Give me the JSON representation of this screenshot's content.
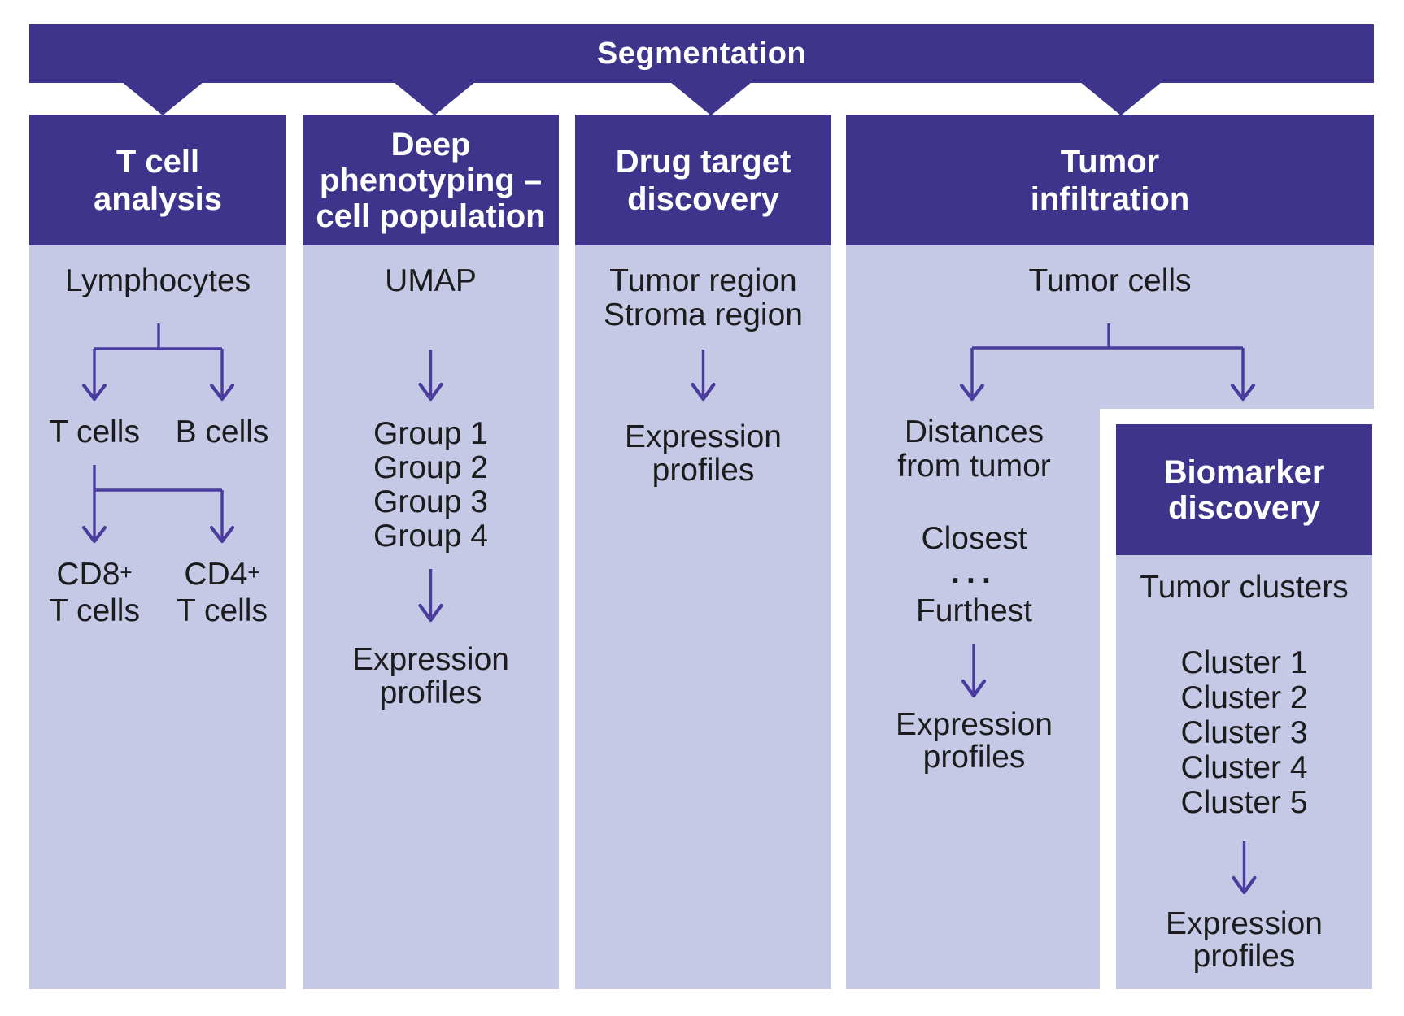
{
  "theme": {
    "purple": "#3e348b",
    "lavender": "#c5c9e5",
    "arrow": "#4a3c9e",
    "ink": "#1c1c1e",
    "bg": "#ffffff"
  },
  "banner": {
    "title": "Segmentation"
  },
  "columns": [
    {
      "key": "t_cell_analysis",
      "title_lines": [
        "T cell",
        "analysis"
      ],
      "root": "Lymphocytes",
      "level1": [
        "T cells",
        "B cells"
      ],
      "level2": [
        {
          "name": "CD8",
          "sup": "+",
          "line2": "T cells"
        },
        {
          "name": "CD4",
          "sup": "+",
          "line2": "T cells"
        }
      ]
    },
    {
      "key": "deep_phenotyping",
      "title_lines": [
        "Deep",
        "phenotyping –",
        "cell population"
      ],
      "root": "UMAP",
      "groups": [
        "Group 1",
        "Group 2",
        "Group 3",
        "Group 4"
      ],
      "result_lines": [
        "Expression",
        "profiles"
      ]
    },
    {
      "key": "drug_target_discovery",
      "title_lines": [
        "Drug target",
        "discovery"
      ],
      "inputs": [
        "Tumor region",
        "Stroma region"
      ],
      "result_lines": [
        "Expression",
        "profiles"
      ]
    },
    {
      "key": "tumor_infiltration",
      "title_lines": [
        "Tumor",
        "infiltration"
      ],
      "root": "Tumor cells",
      "distance_branch": {
        "label_lines": [
          "Distances",
          "from tumor"
        ],
        "range_start": "Closest",
        "ellipsis": "···",
        "range_end": "Furthest",
        "result_lines": [
          "Expression",
          "profiles"
        ]
      },
      "biomarker": {
        "title_lines": [
          "Biomarker",
          "discovery"
        ],
        "root": "Tumor clusters",
        "clusters": [
          "Cluster 1",
          "Cluster 2",
          "Cluster 3",
          "Cluster 4",
          "Cluster 5"
        ],
        "result_lines": [
          "Expression",
          "profiles"
        ]
      }
    }
  ]
}
